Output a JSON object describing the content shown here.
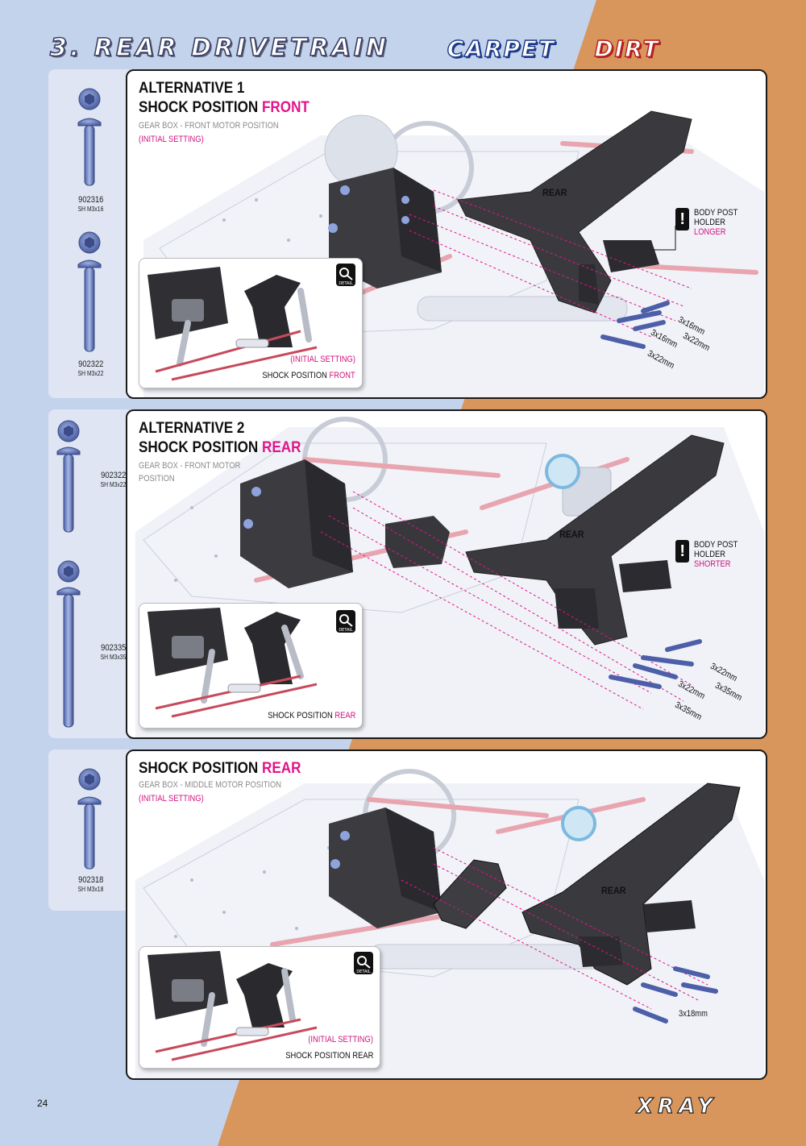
{
  "header": {
    "title": "3. REAR DRIVETRAIN",
    "badge_carpet": "CARPET",
    "badge_dirt": "DIRT"
  },
  "sections": [
    {
      "title_main": "ALTERNATIVE 1",
      "title_shock": "SHOCK POSITION",
      "title_highlight": "FRONT",
      "subtitle": "GEAR BOX - FRONT MOTOR POSITION",
      "initial": "(INITIAL SETTING)",
      "screws": [
        {
          "code": "902316",
          "spec": "SH M3x16"
        },
        {
          "code": "902322",
          "spec": "SH M3x22"
        }
      ],
      "warning_line1": "BODY POST HOLDER",
      "warning_line2": "LONGER",
      "rear_label": "REAR",
      "sizes": [
        "3x16mm",
        "3x22mm",
        "3x16mm",
        "3x22mm"
      ],
      "inset_cap1": "(INITIAL SETTING)",
      "inset_cap2_prefix": "SHOCK POSITION",
      "inset_cap2_hl": "FRONT",
      "detail": "DETAIL"
    },
    {
      "title_main": "ALTERNATIVE 2",
      "title_shock": "SHOCK POSITION",
      "title_highlight": "REAR",
      "subtitle1": "GEAR BOX - FRONT MOTOR",
      "subtitle2": "POSITION",
      "screws": [
        {
          "code": "902322",
          "spec": "SH M3x22"
        },
        {
          "code": "902335",
          "spec": "SH M3x35"
        }
      ],
      "warning_line1": "BODY POST HOLDER",
      "warning_line2": "SHORTER",
      "rear_label": "REAR",
      "sizes": [
        "3x22mm",
        "3x35mm",
        "3x22mm",
        "3x35mm"
      ],
      "inset_cap2_prefix": "SHOCK POSITION",
      "inset_cap2_hl": "REAR",
      "detail": "DETAIL"
    },
    {
      "title_shock": "SHOCK POSITION",
      "title_highlight": "REAR",
      "subtitle": "GEAR BOX - MIDDLE MOTOR POSITION",
      "initial": "(INITIAL SETTING)",
      "screws": [
        {
          "code": "902318",
          "spec": "SH M3x18"
        }
      ],
      "rear_label": "REAR",
      "sizes": [
        "3x18mm"
      ],
      "inset_cap1": "(INITIAL SETTING)",
      "inset_cap2": "SHOCK POSITION REAR",
      "detail": "DETAIL"
    }
  ],
  "footer": {
    "page_number": "24",
    "logo": "XRAY"
  },
  "colors": {
    "accent_pink": "#e0158a",
    "bg_blue": "#c3d3ec",
    "bg_orange": "#d8955c",
    "screw_blue": "#6f86c8"
  }
}
